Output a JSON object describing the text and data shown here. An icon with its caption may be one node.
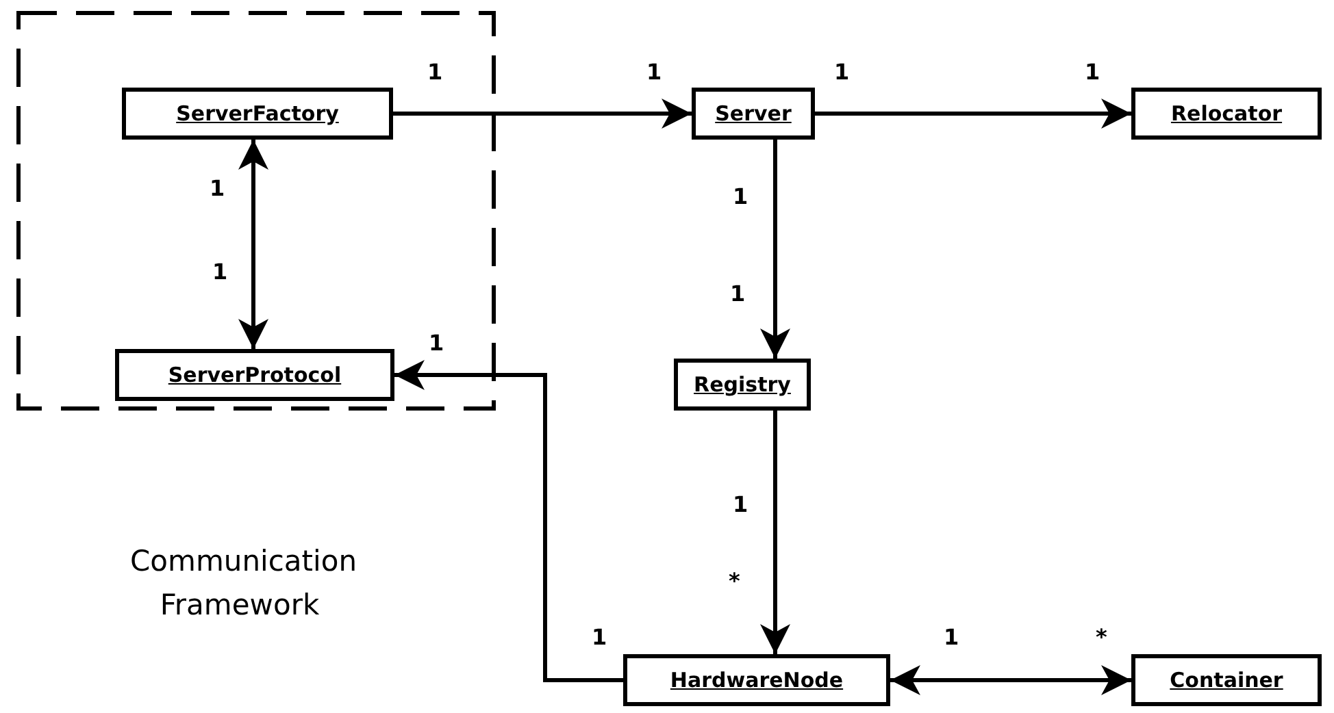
{
  "diagram": {
    "nodes": [
      {
        "text": [],
        "shape": "box"
      },
      {
        "text": [
          "ServerFactory"
        ],
        "in": 0
      },
      {
        "text": [
          "Server"
        ]
      },
      {
        "text": [
          "Relocator"
        ]
      },
      {
        "text": [
          "ServerProtocol"
        ],
        "in": 0
      },
      {
        "text": [
          "Registry"
        ]
      },
      {
        "text": [
          "HardwareNode"
        ]
      },
      {
        "text": [
          "Container"
        ]
      }
    ],
    "edges": [
      {
        "from": 1,
        "to": 2,
        "arrow": "to"
      },
      {
        "from": 2,
        "to": 3,
        "arrow": "to"
      },
      {
        "from": 2,
        "to": 5,
        "arrow": "to"
      },
      {
        "from": 1,
        "to": 4,
        "arrow": "both"
      },
      {
        "from": 5,
        "to": 6,
        "arrow": "to"
      },
      {
        "from": 6,
        "to": 4,
        "arrow": "to"
      },
      {
        "from": 6,
        "to": 7,
        "arrow": "both"
      }
    ],
    "labels": [
      "Communication Framework",
      "1",
      "1",
      "1",
      "1",
      "1",
      "1",
      "1",
      "1",
      "1",
      "1",
      "*",
      "1",
      "1",
      "*"
    ]
  }
}
